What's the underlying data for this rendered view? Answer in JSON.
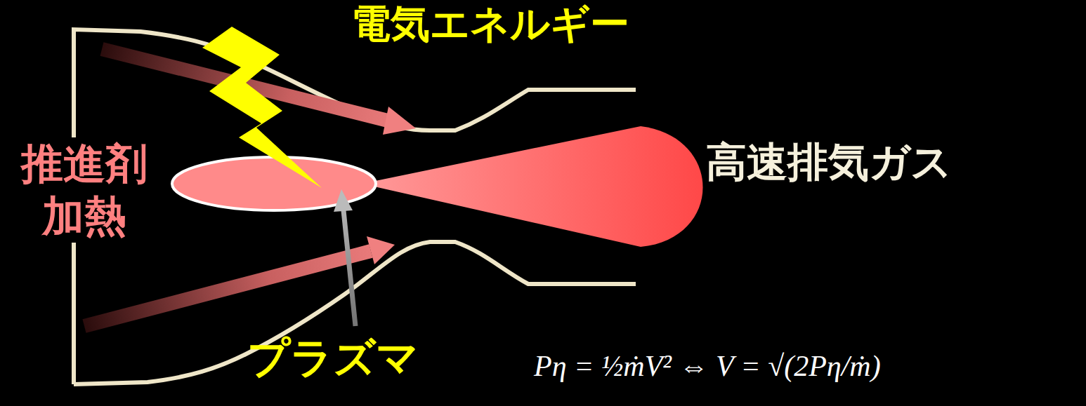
{
  "diagram": {
    "labels": [
      "電気エネルギー",
      "推進剤 加熱",
      "高速排気ガス",
      "プラズマ",
      "Pη = ½ṁV² ⇔ V = √(2Pη/ṁ)"
    ]
  }
}
